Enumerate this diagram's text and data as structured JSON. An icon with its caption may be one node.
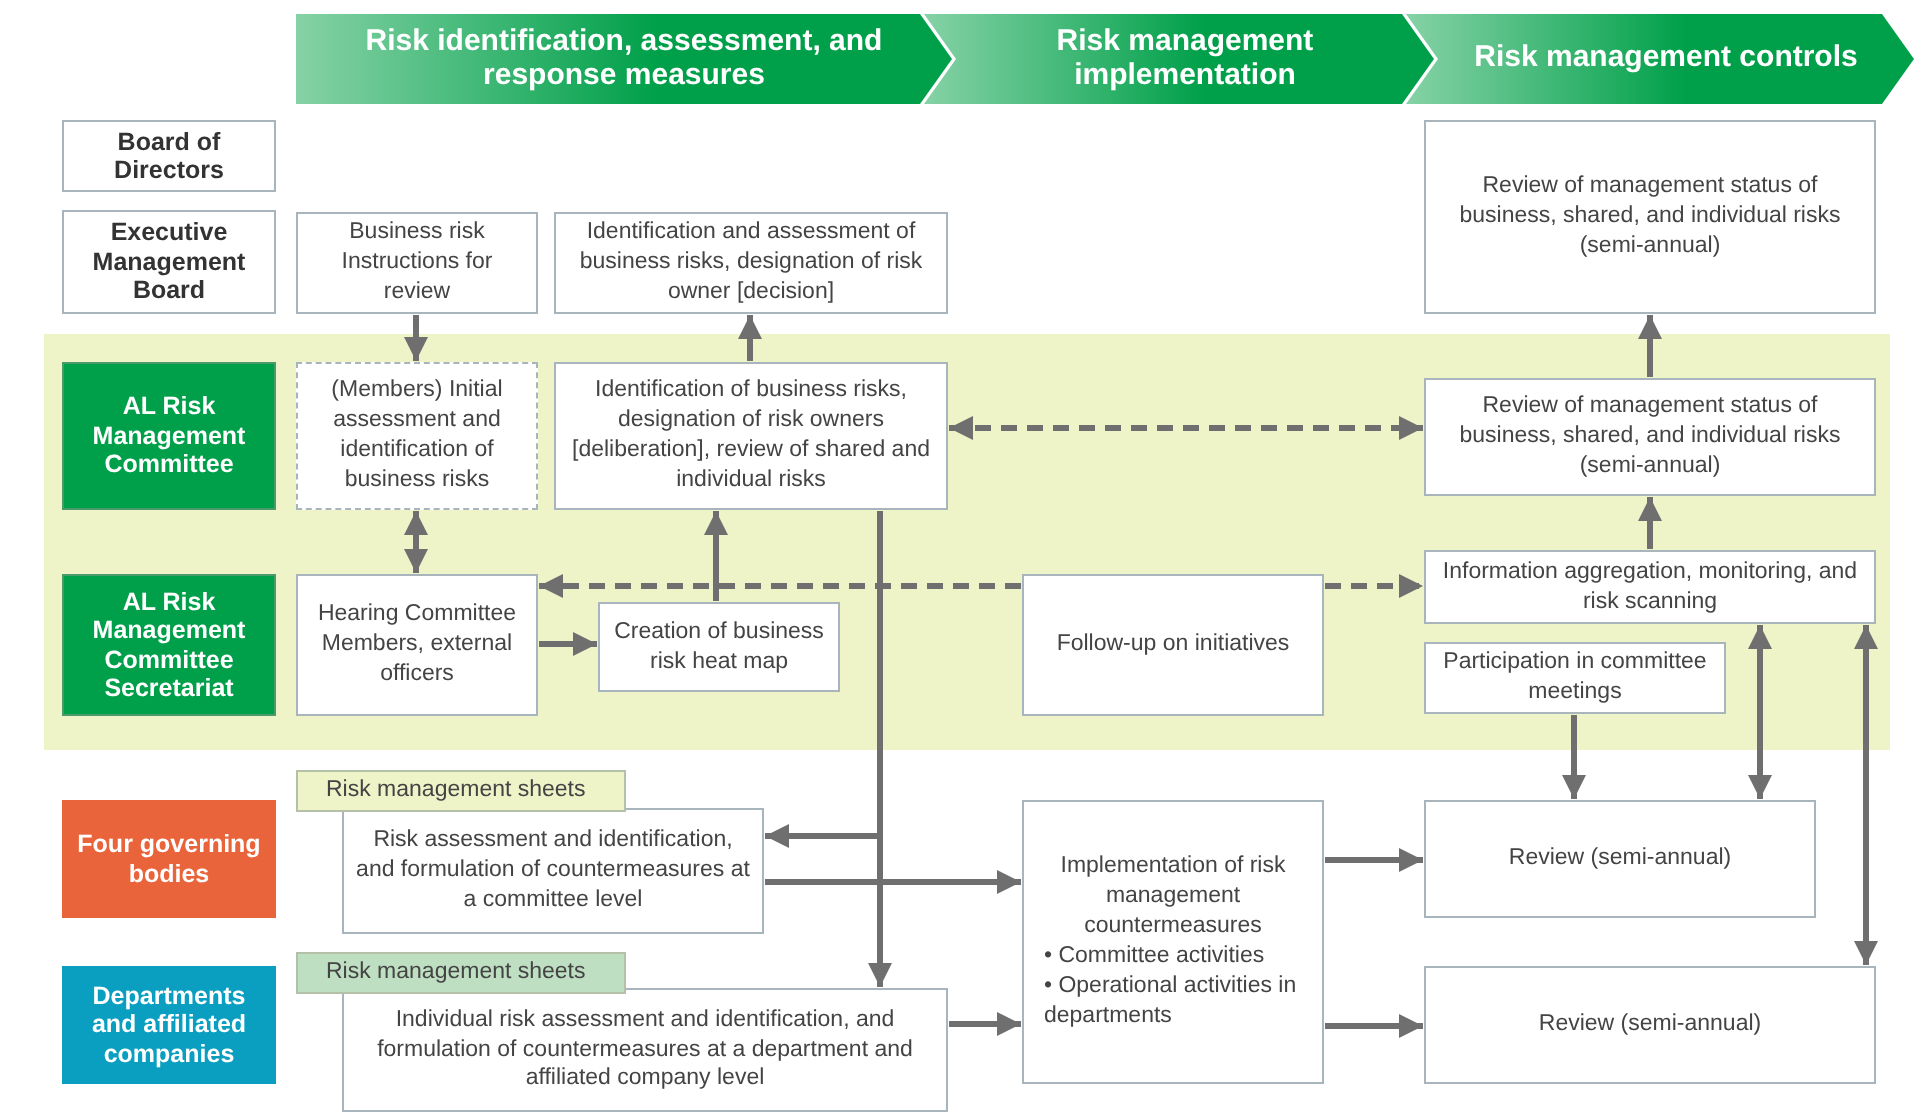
{
  "diagram": {
    "nodes": [
      {
        "text": [
          "Risk identification, assessment, and response measures"
        ]
      },
      {
        "text": [
          "Risk management implementation"
        ]
      },
      {
        "text": [
          "Risk management controls"
        ]
      },
      {
        "text": [
          "Board of Directors"
        ]
      },
      {
        "text": [
          "Executive Management Board"
        ]
      },
      {
        "text": [
          "AL Risk Management Committee"
        ]
      },
      {
        "text": [
          "AL Risk Management Committee Secretariat"
        ]
      },
      {
        "text": [
          "Four governing bodies"
        ]
      },
      {
        "text": [
          "Departments and affiliated companies"
        ]
      },
      {
        "text": [
          "Business risk Instructions for review"
        ]
      },
      {
        "text": [
          "Identification and assessment of business risks, designation of risk owner [decision]"
        ]
      },
      {
        "text": [
          "Review of management status of business, shared, and individual risks (semi-annual)"
        ]
      },
      {
        "text": [
          "(Members) Initial assessment and identification of business risks"
        ]
      },
      {
        "text": [
          "Identification of business risks, designation of risk owners [deliberation], review of shared and individual risks"
        ]
      },
      {
        "text": [
          "Review of management status of business, shared, and individual risks (semi-annual)"
        ]
      },
      {
        "text": [
          "Hearing Committee Members, external officers"
        ]
      },
      {
        "text": [
          "Creation of business risk heat map"
        ]
      },
      {
        "text": [
          "Follow-up on initiatives"
        ]
      },
      {
        "text": [
          "Information aggregation, monitoring, and risk scanning"
        ]
      },
      {
        "text": [
          "Participation in committee meetings"
        ]
      },
      {
        "text": [
          "Risk management sheets"
        ]
      },
      {
        "text": [
          "Risk assessment and identification, and formulation of countermeasures at a committee level"
        ]
      },
      {
        "text": [
          "Implementation of risk management countermeasures",
          "• Committee activities",
          "• Operational activities in departments"
        ]
      },
      {
        "text": [
          "Review (semi-annual)"
        ]
      },
      {
        "text": [
          "Risk management sheets"
        ]
      },
      {
        "text": [
          "Individual risk assessment and identification, and formulation of countermeasures at a department and affiliated company level"
        ]
      },
      {
        "text": [
          "Review (semi-annual)"
        ]
      }
    ],
    "edges": [
      {
        "from": 9,
        "to": 12,
        "arrow": "to"
      },
      {
        "from": 12,
        "to": 15,
        "arrow": "both"
      },
      {
        "from": 13,
        "to": 10,
        "arrow": "to"
      },
      {
        "from": 16,
        "to": 13,
        "arrow": "to"
      },
      {
        "from": 15,
        "to": 16,
        "arrow": "to"
      },
      {
        "from": 13,
        "to": 14,
        "arrow": "both",
        "style": "dashed"
      },
      {
        "from": 17,
        "to": 15,
        "arrow": "to",
        "style": "dashed"
      },
      {
        "from": 17,
        "to": 18,
        "arrow": "to",
        "style": "dashed"
      },
      {
        "from": 18,
        "to": 14,
        "arrow": "to"
      },
      {
        "from": 14,
        "to": 11,
        "arrow": "to"
      },
      {
        "from": 13,
        "to": 21,
        "arrow": "to"
      },
      {
        "from": 13,
        "to": 25,
        "arrow": "to"
      },
      {
        "from": 21,
        "to": 22,
        "arrow": "to"
      },
      {
        "from": 25,
        "to": 22,
        "arrow": "to"
      },
      {
        "from": 22,
        "to": 23,
        "arrow": "to"
      },
      {
        "from": 22,
        "to": 26,
        "arrow": "to"
      },
      {
        "from": 19,
        "to": 23,
        "arrow": "to"
      },
      {
        "from": 18,
        "to": 23,
        "arrow": "both"
      },
      {
        "from": 18,
        "to": 26,
        "arrow": "both"
      }
    ]
  }
}
